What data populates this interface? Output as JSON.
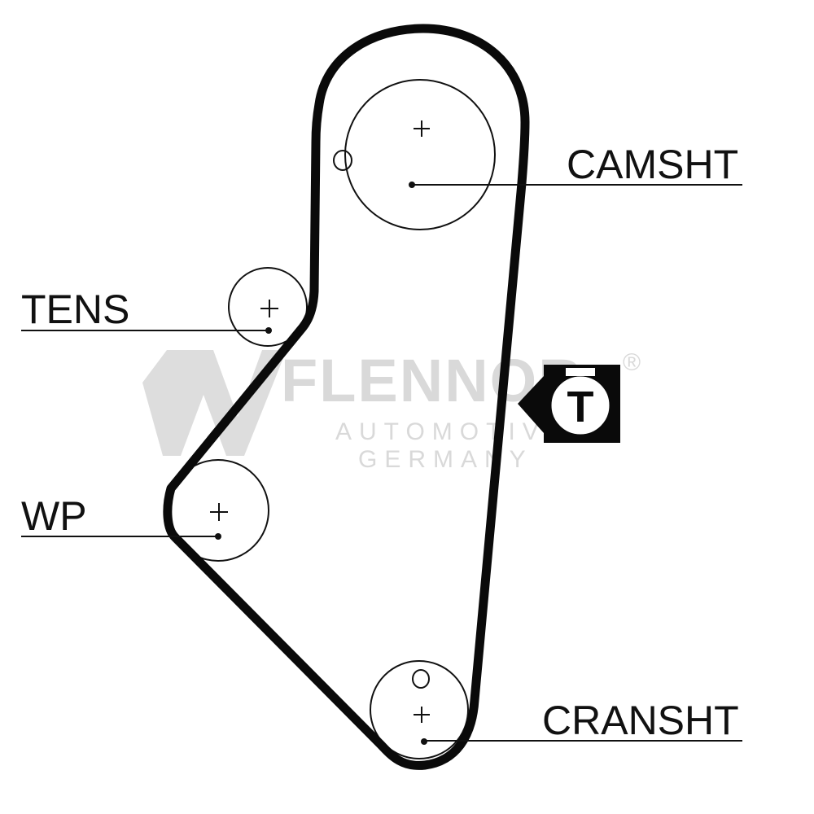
{
  "labels": {
    "camshaft": "CAMSHT",
    "tensioner": "TENS",
    "water_pump": "WP",
    "crankshaft": "CRANSHT"
  },
  "watermark": {
    "brand": "FLENNOR",
    "registered": "®",
    "line1": "AUTOMOTIVE",
    "line2": "GERMANY",
    "color": "#d9d9d9"
  },
  "tool_badge": {
    "letter": "T",
    "icon": "tensioning-tool-icon"
  },
  "colors": {
    "ink": "#111111",
    "belt": "#0a0a0a",
    "background": "#ffffff"
  }
}
